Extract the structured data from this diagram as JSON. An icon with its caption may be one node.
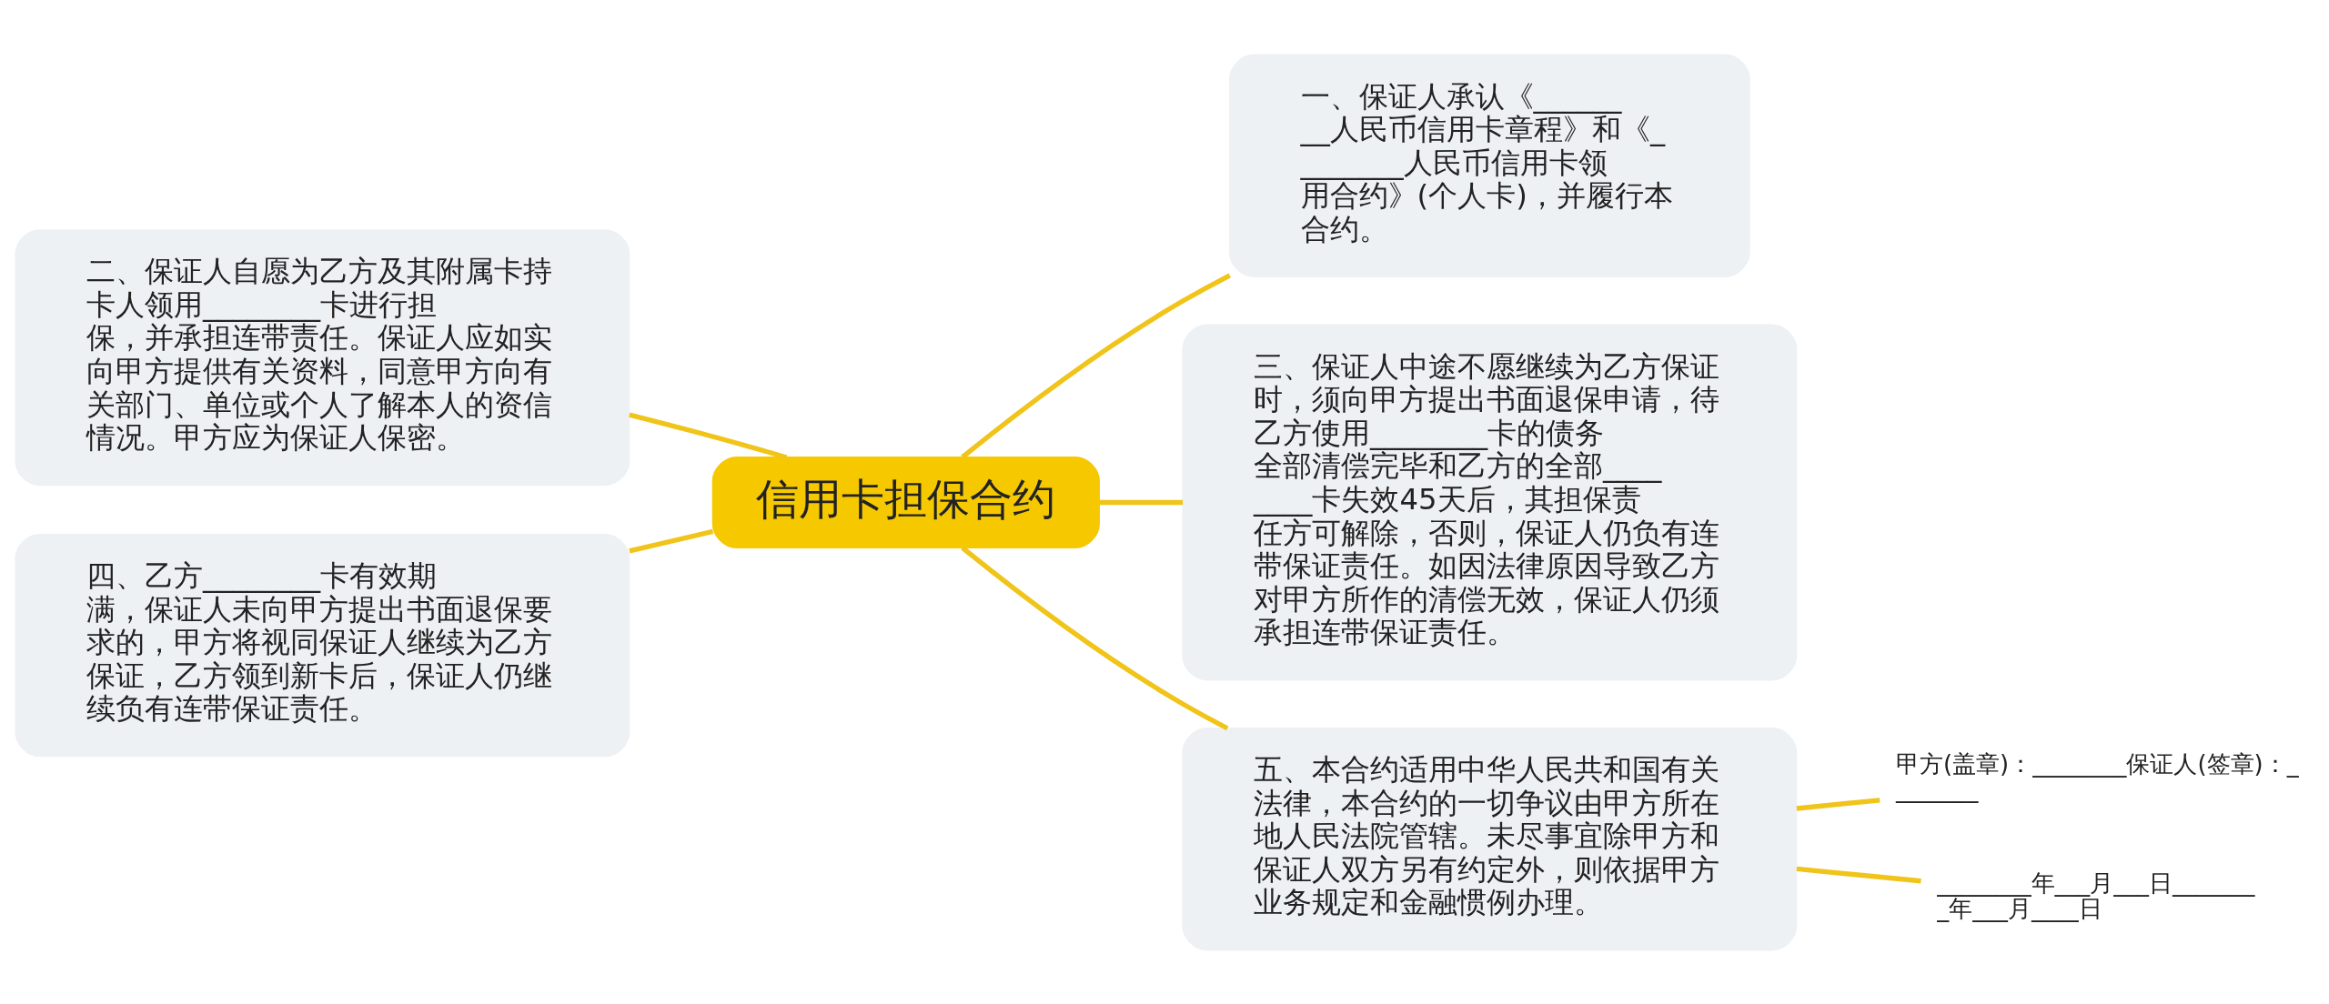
{
  "diagram": {
    "nodes": [
      {
        "text": [
          "信用卡担保合约"
        ]
      },
      {
        "text": [
          "一、保证人承认《________人民币信用卡章程》和《________人民币信用卡领用合约》(个人卡)，并履行本合约。"
        ]
      },
      {
        "text": [
          "二、保证人自愿为乙方及其附属卡持卡人领用________卡进行担保，并承担连带责任。保证人应如实向甲方提供有关资料，同意甲方向有关部门、单位或个人了解本人的资信情况。甲方应为保证人保密。"
        ]
      },
      {
        "text": [
          "三、保证人中途不愿继续为乙方保证时，须向甲方提出书面退保申请，待乙方使用________卡的债务全部清偿完毕和乙方的全部________卡失效45天后，其担保责任方可解除，否则，保证人仍负有连带保证责任。如因法律原因导致乙方对甲方所作的清偿无效，保证人仍须承担连带保证责任。"
        ]
      },
      {
        "text": [
          "四、乙方________卡有效期满，保证人未向甲方提出书面退保要求的，甲方将视同保证人继续为乙方保证，乙方领到新卡后，保证人仍继续负有连带保证责任。"
        ]
      },
      {
        "text": [
          "五、本合约适用中华人民共和国有关法律，本合约的一切争议由甲方所在地人民法院管辖。未尽事宜除甲方和保证人双方另有约定外，则依据甲方业务规定和金融惯例办理。"
        ]
      },
      {
        "text": [
          "甲方(盖章)：________保证人(签章)：________"
        ]
      },
      {
        "text": [
          "________年___月___日________年___月____日"
        ]
      }
    ],
    "edges": [
      {
        "from": 0,
        "to": 1,
        "arrow": "none"
      },
      {
        "from": 0,
        "to": 2,
        "arrow": "none"
      },
      {
        "from": 0,
        "to": 3,
        "arrow": "none"
      },
      {
        "from": 0,
        "to": 4,
        "arrow": "none"
      },
      {
        "from": 0,
        "to": 5,
        "arrow": "none"
      },
      {
        "from": 5,
        "to": 6,
        "arrow": "none"
      },
      {
        "from": 5,
        "to": 7,
        "arrow": "none"
      }
    ]
  }
}
